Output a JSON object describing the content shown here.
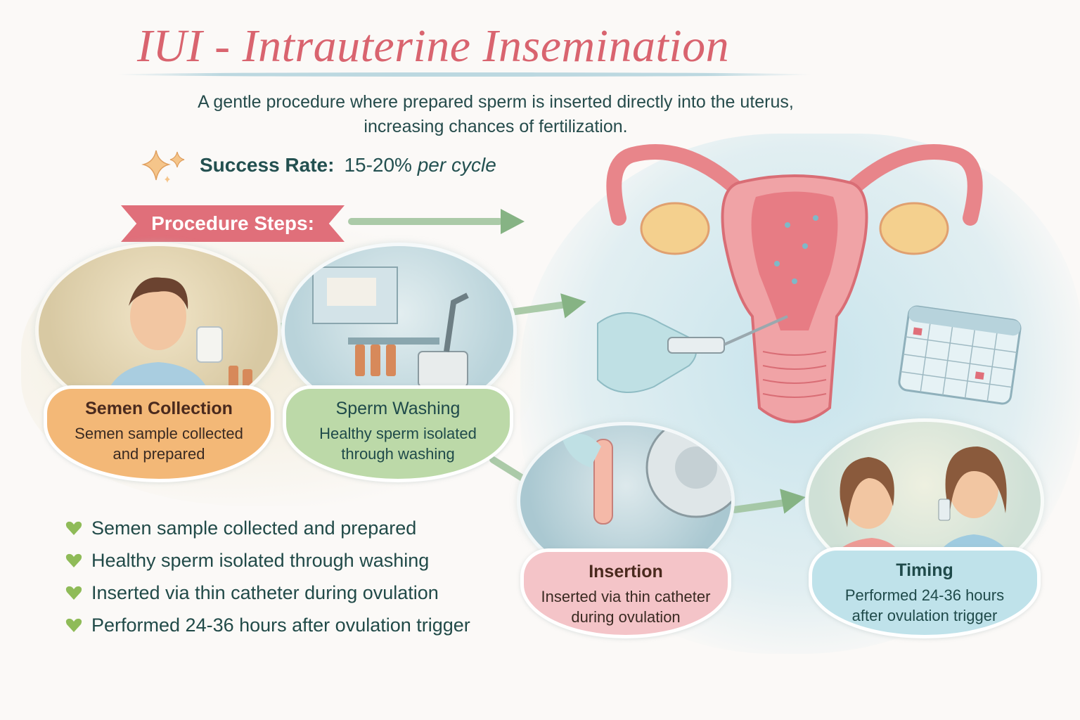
{
  "header": {
    "title": "IUI - Intrauterine Insemination",
    "subtitle_line1": "A gentle procedure where prepared sperm is inserted directly into the uterus,",
    "subtitle_line2": "increasing chances of fertilization.",
    "success_label": "Success Rate:",
    "success_value": "15-20%",
    "success_suffix": "per cycle",
    "sparkle_icon": "sparkle-icon"
  },
  "banner": {
    "label": "Procedure Steps:"
  },
  "steps": [
    {
      "title": "Semen Collection",
      "desc_line1": "Semen sample collected",
      "desc_line2": "and prepared",
      "color": "#f3b877",
      "title_color": "#4a2a1e",
      "illustration": "man-holding-sample-cup"
    },
    {
      "title": "Sperm Washing",
      "desc_line1": "Healthy sperm isolated",
      "desc_line2": "through washing",
      "color": "#bcd9a8",
      "title_color": "#1f4a4a",
      "illustration": "lab-with-tubes-and-microscope"
    },
    {
      "title": "Insertion",
      "desc_line1": "Inserted via thin catheter",
      "desc_line2": "during ovulation",
      "color": "#f4c4c8",
      "title_color": "#4a2a1e",
      "illustration": "hand-with-test-tube-and-centrifuge"
    },
    {
      "title": "Timing",
      "desc_line1": "Performed 24-36 hours",
      "desc_line2": "after ovulation trigger",
      "color": "#bfe2ea",
      "title_color": "#1f4a4a",
      "illustration": "patient-and-nurse"
    }
  ],
  "checklist": [
    "Semen sample collected and prepared",
    "Healthy sperm isolated through washing",
    "Inserted via thin catheter during ovulation",
    "Performed 24-36 hours after ovulation trigger"
  ],
  "illustrations": {
    "uterus": "uterus-with-sperm-and-catheter",
    "calendar": "calendar-icon"
  },
  "colors": {
    "title": "#d9646f",
    "banner": "#e06f7a",
    "text": "#214a48",
    "check": "#8fbb58",
    "arrow": "#86b384"
  }
}
